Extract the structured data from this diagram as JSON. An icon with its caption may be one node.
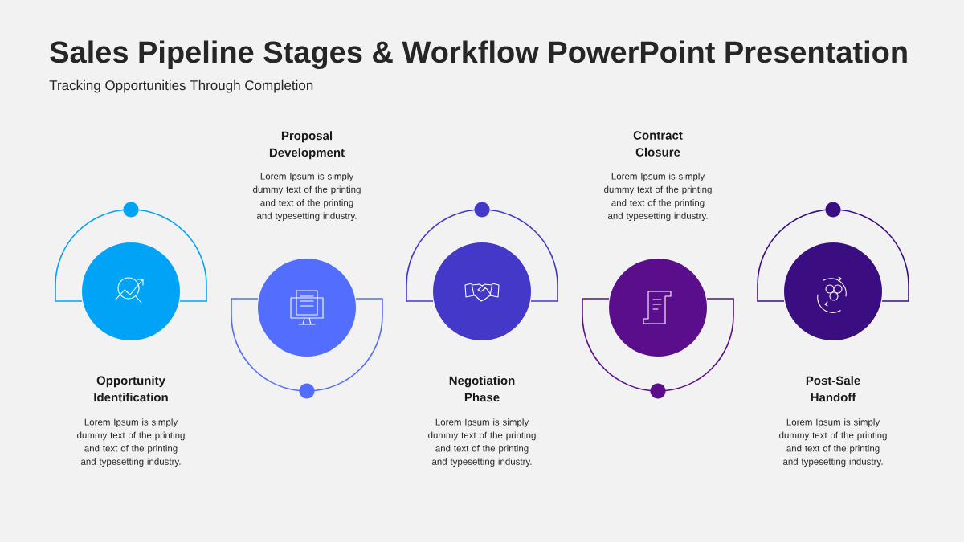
{
  "diagram": {
    "title": "Sales Pipeline Stages & Workflow PowerPoint Presentation",
    "labels": [
      "Tracking Opportunities Through Completion",
      "Opportunity Identification",
      "Lorem Ipsum is simply dummy text of the printing and text of the printing and typesetting industry.",
      "Proposal Development",
      "Lorem Ipsum is simply dummy text of the printing and text of the printing and typesetting industry.",
      "Negotiation Phase",
      "Lorem Ipsum is simply dummy text of the printing and text of the printing and typesetting industry.",
      "Contract Closure",
      "Lorem Ipsum is simply dummy text of the printing and text of the printing and typesetting industry.",
      "Post-Sale Handoff",
      "Lorem Ipsum is simply dummy text of the printing and text of the printing and typesetting industry."
    ]
  }
}
